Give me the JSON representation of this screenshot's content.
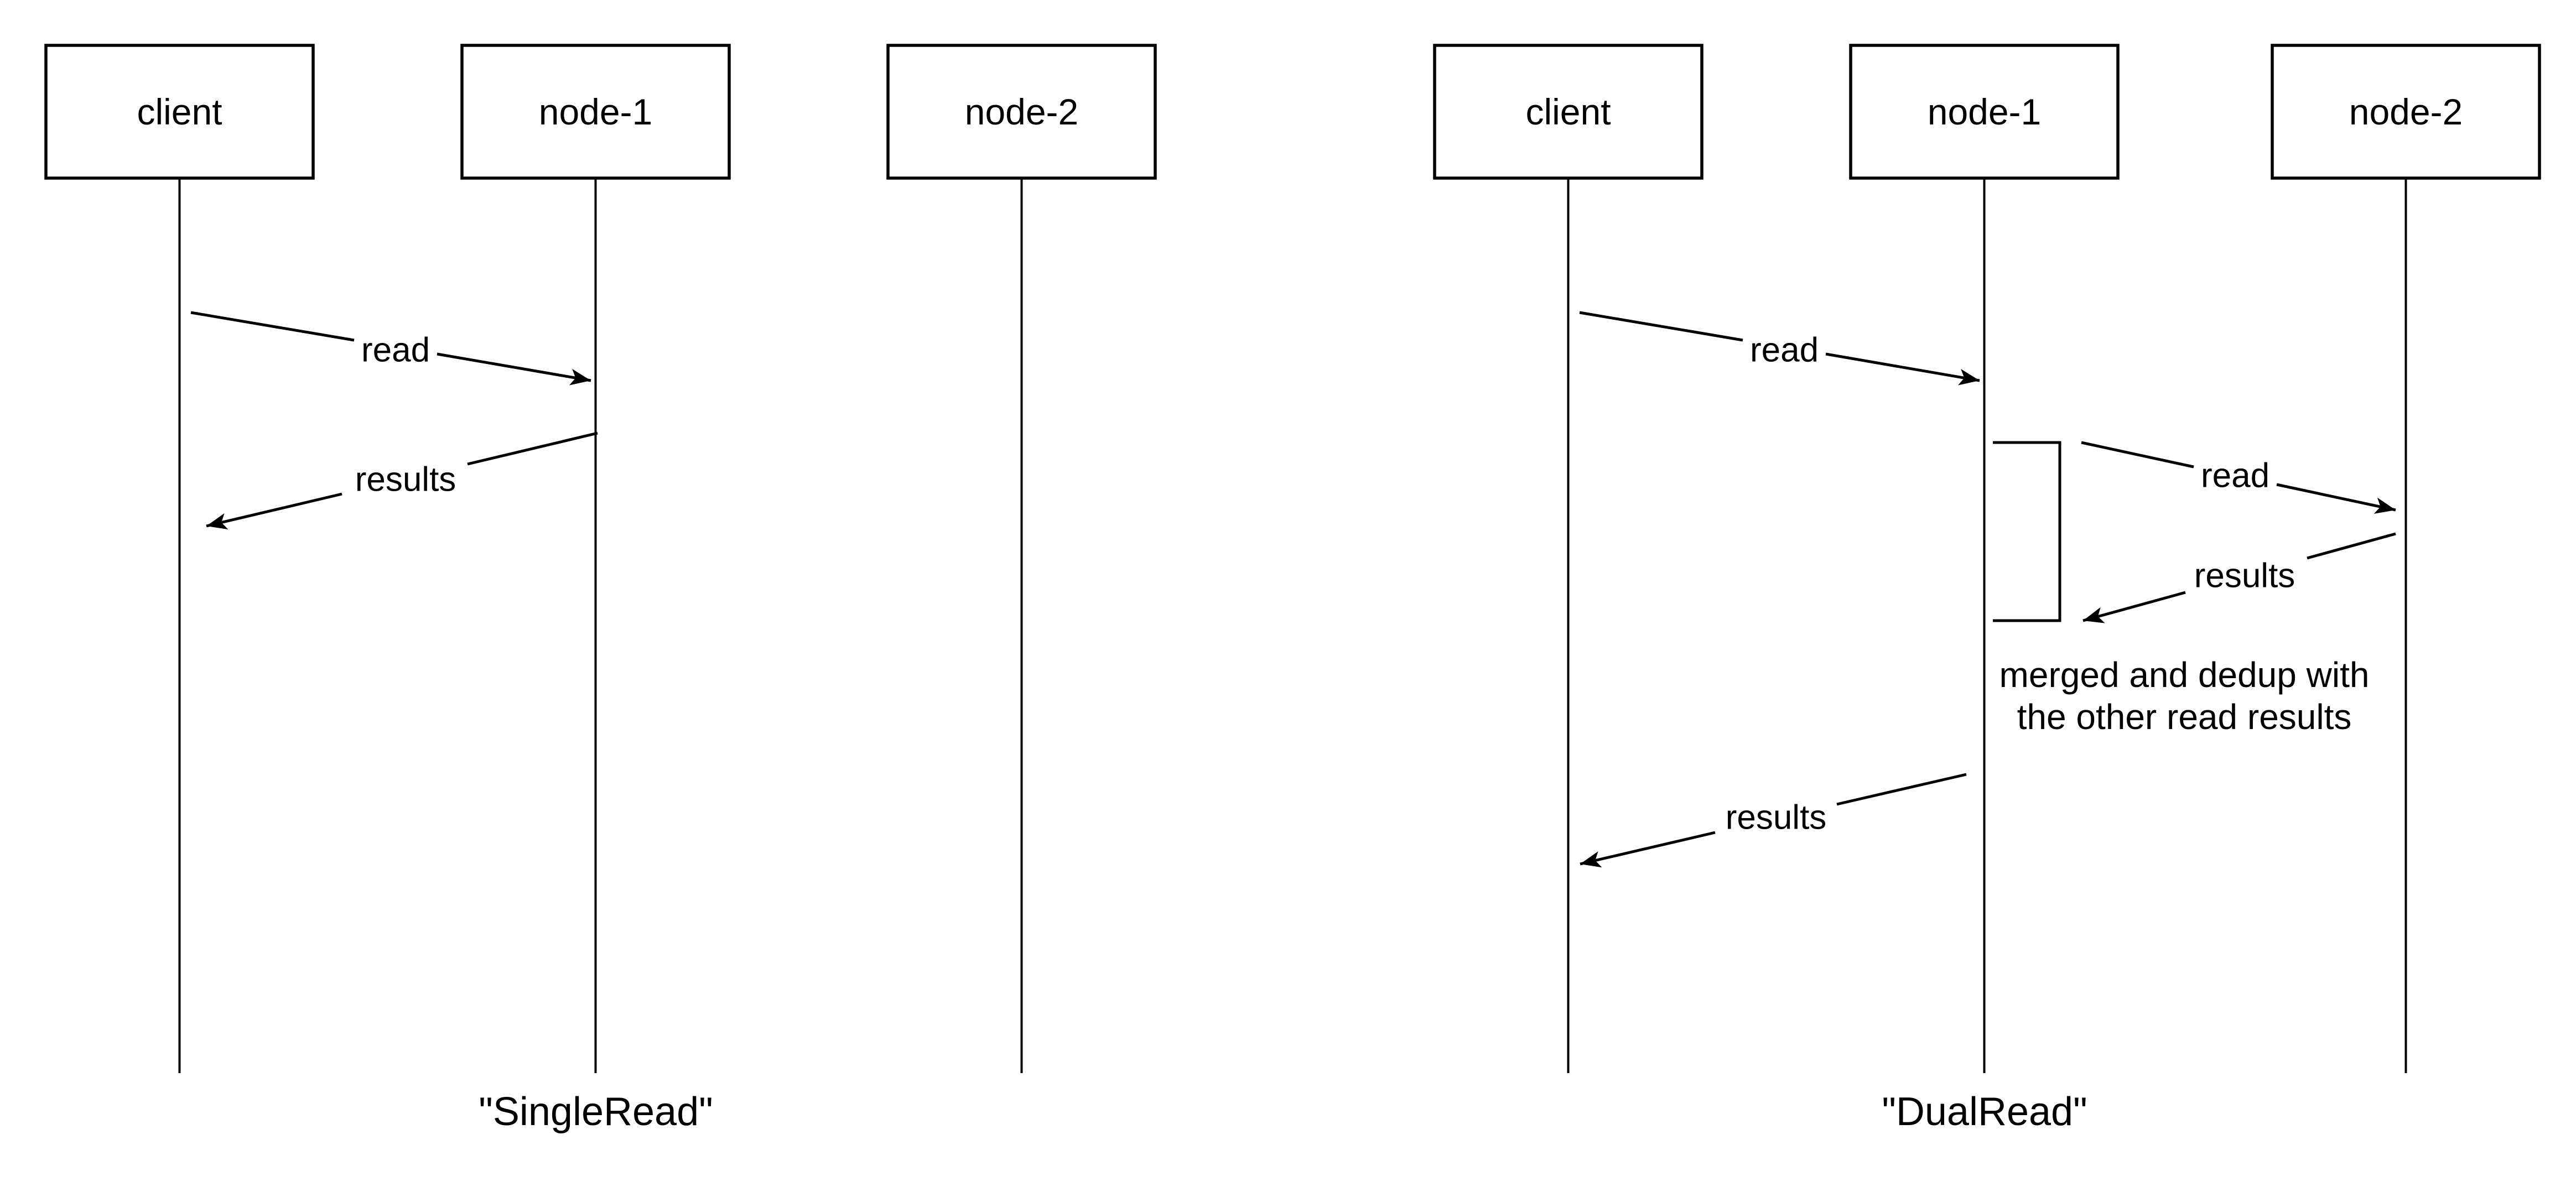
{
  "colors": {
    "stroke": "#000000",
    "background": "#ffffff"
  },
  "diagrams": [
    {
      "caption": "\"SingleRead\"",
      "actors": [
        {
          "label": "client"
        },
        {
          "label": "node-1"
        },
        {
          "label": "node-2"
        }
      ],
      "messages": [
        {
          "label": "read",
          "from": "client",
          "to": "node-1"
        },
        {
          "label": "results",
          "from": "node-1",
          "to": "client"
        }
      ]
    },
    {
      "caption": "\"DualRead\"",
      "actors": [
        {
          "label": "client"
        },
        {
          "label": "node-1"
        },
        {
          "label": "node-2"
        }
      ],
      "messages": [
        {
          "label": "read",
          "from": "client",
          "to": "node-1"
        },
        {
          "label": "read",
          "from": "node-1",
          "to": "node-2"
        },
        {
          "label": "results",
          "from": "node-2",
          "to": "node-1"
        },
        {
          "label": "results",
          "from": "node-1",
          "to": "client"
        }
      ],
      "note": {
        "line1": "merged and dedup with",
        "line2": "the other read results"
      }
    }
  ]
}
